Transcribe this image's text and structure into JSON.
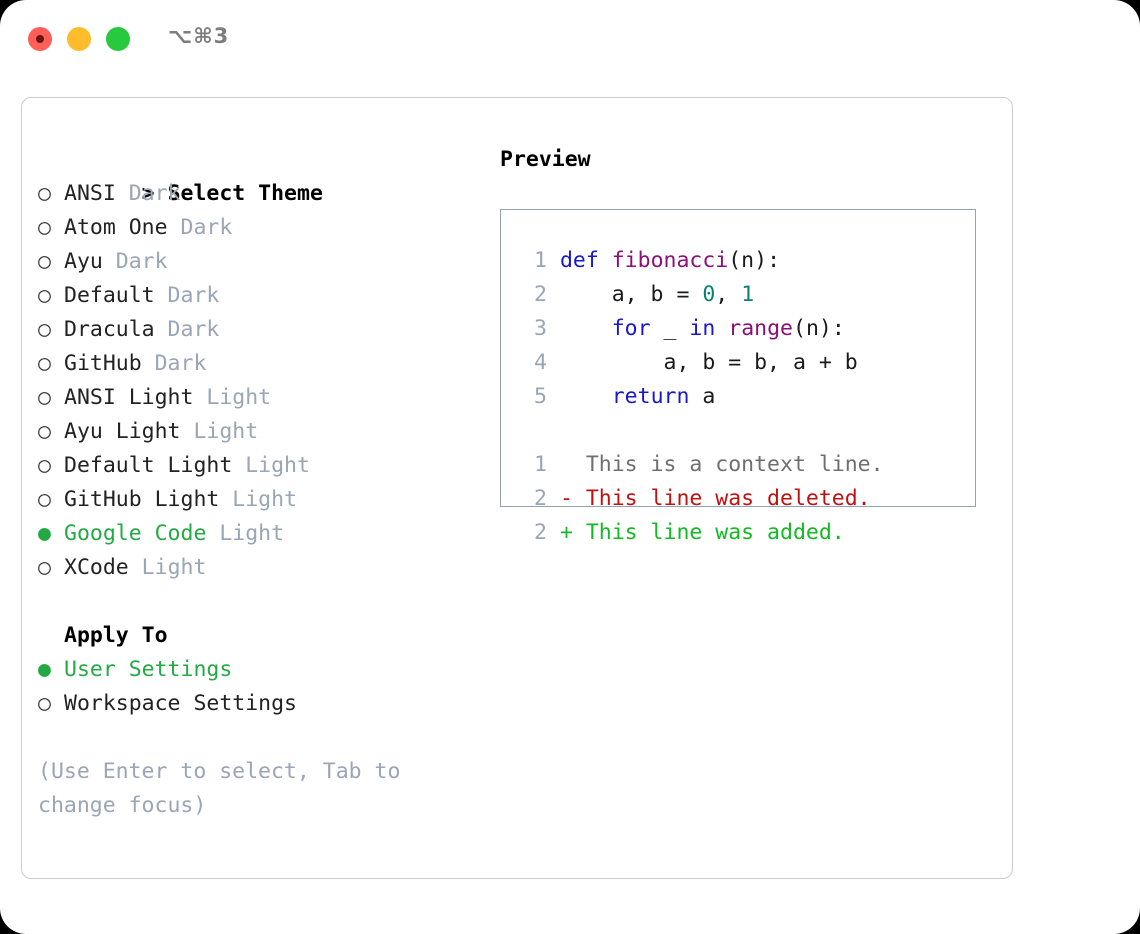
{
  "titlebar": {
    "shortcut": "⌥⌘3",
    "buttons": [
      "close",
      "minimize",
      "maximize"
    ]
  },
  "colors": {
    "selected_green": "#22aa44",
    "muted_gray_blue": "#9aa5b5",
    "keyword_blue": "#1818c8",
    "function_purple": "#8c0f78",
    "number_teal": "#0d8076",
    "diff_deleted_red": "#c01010",
    "diff_added_green": "#11bb22",
    "traffic_red": "#ff5f56",
    "traffic_yellow": "#ffbd2e",
    "traffic_green": "#27c93f"
  },
  "theme_list": {
    "header_marker": ">",
    "header_label": "Select Theme",
    "items": [
      {
        "marker": "○",
        "label": "ANSI",
        "kind": "Dark",
        "selected": false
      },
      {
        "marker": "○",
        "label": "Atom One",
        "kind": "Dark",
        "selected": false
      },
      {
        "marker": "○",
        "label": "Ayu",
        "kind": "Dark",
        "selected": false
      },
      {
        "marker": "○",
        "label": "Default",
        "kind": "Dark",
        "selected": false
      },
      {
        "marker": "○",
        "label": "Dracula",
        "kind": "Dark",
        "selected": false
      },
      {
        "marker": "○",
        "label": "GitHub",
        "kind": "Dark",
        "selected": false
      },
      {
        "marker": "○",
        "label": "ANSI Light",
        "kind": "Light",
        "selected": false
      },
      {
        "marker": "○",
        "label": "Ayu Light",
        "kind": "Light",
        "selected": false
      },
      {
        "marker": "○",
        "label": "Default Light",
        "kind": "Light",
        "selected": false
      },
      {
        "marker": "○",
        "label": "GitHub Light",
        "kind": "Light",
        "selected": false
      },
      {
        "marker": "●",
        "label": "Google Code",
        "kind": "Light",
        "selected": true
      },
      {
        "marker": "○",
        "label": "XCode",
        "kind": "Light",
        "selected": false
      }
    ]
  },
  "apply_to": {
    "title": "Apply To",
    "items": [
      {
        "marker": "●",
        "label": "User Settings",
        "selected": true
      },
      {
        "marker": "○",
        "label": "Workspace Settings",
        "selected": false
      }
    ]
  },
  "hint": "(Use Enter to select, Tab to change focus)",
  "preview": {
    "title": "Preview",
    "code_lines": [
      {
        "no": "1",
        "tokens": [
          {
            "t": "def ",
            "c": "tok-kw"
          },
          {
            "t": "fibonacci",
            "c": "tok-fn"
          },
          {
            "t": "(n):",
            "c": "tok-plain"
          }
        ]
      },
      {
        "no": "2",
        "tokens": [
          {
            "t": "    a, b = ",
            "c": "tok-plain"
          },
          {
            "t": "0",
            "c": "tok-num"
          },
          {
            "t": ", ",
            "c": "tok-plain"
          },
          {
            "t": "1",
            "c": "tok-num"
          }
        ]
      },
      {
        "no": "3",
        "tokens": [
          {
            "t": "    ",
            "c": "tok-plain"
          },
          {
            "t": "for",
            "c": "tok-kw"
          },
          {
            "t": " _ ",
            "c": "tok-plain"
          },
          {
            "t": "in",
            "c": "tok-kw"
          },
          {
            "t": " ",
            "c": "tok-plain"
          },
          {
            "t": "range",
            "c": "tok-fn"
          },
          {
            "t": "(n):",
            "c": "tok-plain"
          }
        ]
      },
      {
        "no": "4",
        "tokens": [
          {
            "t": "        a, b = b, a + b",
            "c": "tok-plain"
          }
        ]
      },
      {
        "no": "5",
        "tokens": [
          {
            "t": "    ",
            "c": "tok-plain"
          },
          {
            "t": "return",
            "c": "tok-kw"
          },
          {
            "t": " a",
            "c": "tok-plain"
          }
        ]
      }
    ],
    "diff_lines": [
      {
        "no": "1",
        "text": "  This is a context line.",
        "cls": "diff-ctx"
      },
      {
        "no": "2",
        "text": "- This line was deleted.",
        "cls": "diff-del"
      },
      {
        "no": "2",
        "text": "+ This line was added.",
        "cls": "diff-add"
      }
    ]
  }
}
